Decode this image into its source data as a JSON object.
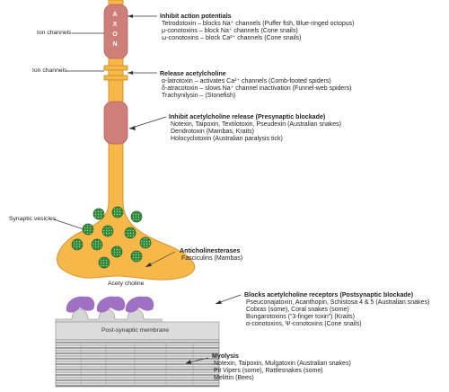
{
  "labels": {
    "ion_channels_top": "Ion channels",
    "ion_channels_mid": "Ion channels",
    "axon_letters": [
      "A",
      "X",
      "O",
      "N"
    ],
    "synaptic_vesicles": "Synaptic vesicles",
    "acetylcholine": "Acety choline",
    "postsynaptic_membrane": "Post-synaptic membrane"
  },
  "groups": {
    "inhibit_action_potentials": {
      "title": "Inhibit action potentials",
      "lines": [
        "Tetrodotoxin – blocks Na⁺ channels (Puffer fish, Blue-ringed octopus)",
        "μ-conotoxins – block Na⁺ channels (Cone snails)",
        "ω-conotoxins – block Ca²⁺ channels (Cone snails)"
      ]
    },
    "release_acetylcholine": {
      "title": "Release acetylcholine",
      "lines": [
        "α-latrotoxin – activates Ca²⁺ channels (Comb-footed spiders)",
        "δ-atracotoxin – slows Na⁺ channel inactivation (Funnel-web spiders)",
        "Trachynilysin – (Stonefish)"
      ]
    },
    "inhibit_release": {
      "title": "Inhibit acetylcholine release (Presynaptic blockade)",
      "lines": [
        "Notexin, Taipoxin, Textilotoxin, Pseudexin (Australian snakes)",
        "Dendrotoxin (Mambas, Kraits)",
        "Holocyclotoxin (Australian paralysis tick)"
      ]
    },
    "anticholinesterases": {
      "title": "Anticholinesterases",
      "lines": [
        "Fasciculins (Mambas)"
      ]
    },
    "block_receptors": {
      "title": "Blocks acetylcholine receptors (Postsynaptic blockade)",
      "lines": [
        "Pseuconajatoxin, Acanthopin, Schistosa 4 & 5 (Australian snakes)",
        "Cobras (some), Coral snakes (some)",
        "Bungarotoxins (“3-finger toxin”) (Kraits)",
        "α-conotoxins, Ψ-conotoxins (Cone snails)"
      ]
    },
    "myolysis": {
      "title": "Myolysis",
      "lines": [
        "Notexin, Taipoxin, Mulgatoxin (Australian snakes)",
        "Pit Vipers (some), Rattlesnakes (some)",
        "Melittin (Bees)"
      ]
    }
  },
  "colors": {
    "axon": "#f7b84a",
    "axon_stroke": "#d9962a",
    "ion_channel": "#cf7f7a",
    "vesicle": "#2f8a3a",
    "receptor": "#a070c2",
    "membrane_top": "#dcdcdc",
    "muscle_stripe": "#555555",
    "muscle_bg": "#e6e6e6"
  }
}
